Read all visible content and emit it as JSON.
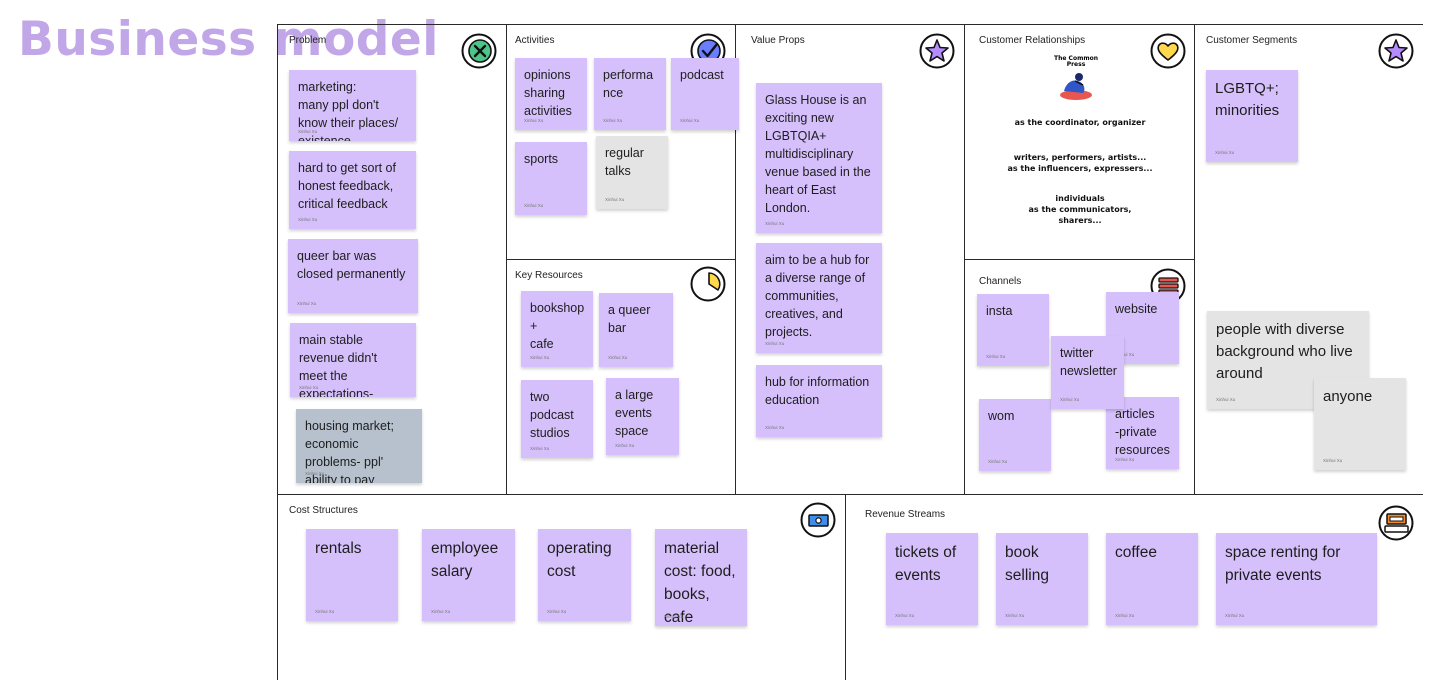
{
  "page": {
    "title": "Business model"
  },
  "sections": {
    "problem": "Problem",
    "activities": "Activities",
    "value_props": "Value Props",
    "customer_relationships": "Customer Relationships",
    "customer_segments": "Customer Segments",
    "key_resources": "Key Resources",
    "channels": "Channels",
    "cost_structures": "Cost Structures",
    "revenue_streams": "Revenue Streams"
  },
  "author": "Xinhui Xu",
  "notes": {
    "problem": [
      "marketing:\nmany ppl don't know their places/ existence",
      "hard to get sort of honest feedback, critical feedback",
      "queer bar was closed permanently",
      "main stable revenue didn't meet the expectations- books",
      "housing market; economic problems- ppl' ability to pay"
    ],
    "activities": [
      "opinions sharing activities",
      "performa nce",
      "podcast",
      "sports",
      "regular talks"
    ],
    "value_props": [
      "Glass House is an exciting new LGBTQIA+ multidisciplinary venue based in the heart of East London.",
      "aim to be a hub for a diverse range of communities, creatives, and projects.",
      "hub for information education"
    ],
    "key_resources": [
      "bookshop\n+\ncafe",
      "a queer bar",
      "two podcast studios",
      "a large events space"
    ],
    "channels": [
      "insta",
      "website",
      "twitter newsletter",
      "wom",
      "articles\n-private resources"
    ],
    "customer_segments": [
      "LGBTQ+; minorities",
      "people with diverse background who live around",
      "anyone"
    ],
    "cost_structures": [
      "rentals",
      "employee salary",
      "operating cost",
      "material cost: food, books, cafe"
    ],
    "revenue_streams": [
      "tickets of events",
      "book selling",
      "coffee",
      "space renting for private events"
    ]
  },
  "customer_relationships": {
    "logo": "The Common Press",
    "lines": [
      "as the coordinator, organizer",
      "writers, performers, artists...\nas the influencers, expressers...",
      "individuals\nas the communicators,\nsharers..."
    ]
  },
  "icons": {
    "problem": "x-circle-icon",
    "activities": "check-circle-icon",
    "value_props": "star-icon",
    "customer_relationships": "heart-icon",
    "customer_segments": "star-icon",
    "key_resources": "pie-chart-icon",
    "channels": "menu-lines-icon",
    "cost_structures": "banknote-icon",
    "revenue_streams": "cash-register-icon"
  },
  "colors": {
    "title": "#c1a6e8",
    "note_purple": "#d5c0fb",
    "note_gray": "#e4e4e4",
    "note_slate": "#b6c1cd",
    "icon_green": "#4fc48a",
    "icon_blue": "#6a7dff",
    "icon_purple": "#b48cff",
    "icon_yellow": "#ffd84d",
    "icon_red": "#e8574f",
    "icon_orange": "#f08a2a"
  }
}
